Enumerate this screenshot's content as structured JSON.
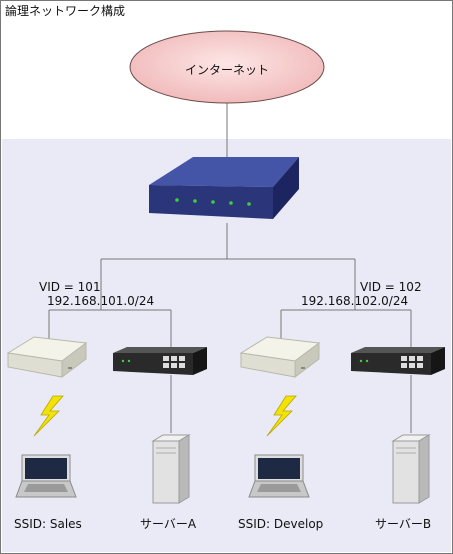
{
  "title": "論理ネットワーク構成",
  "internet": "インターネット",
  "vlans": [
    {
      "vid": "VID = 101",
      "subnet": "192.168.101.0/24",
      "ssid": "SSID: Sales",
      "server": "サーバーA"
    },
    {
      "vid": "VID = 102",
      "subnet": "192.168.102.0/24",
      "ssid": "SSID: Develop",
      "server": "サーバーB"
    }
  ],
  "colors": {
    "cloud": "#f4c2c2",
    "zone": "#eaeaf6",
    "router": "#2e3a82",
    "switch": "#2a2a2a",
    "port_led": "#3ed13e",
    "lightning": "#f2e205",
    "wire": "#777777"
  },
  "icons": [
    "cloud-icon",
    "router-icon",
    "wireless-ap-icon",
    "switch-icon",
    "lightning-icon",
    "laptop-icon",
    "server-icon"
  ]
}
